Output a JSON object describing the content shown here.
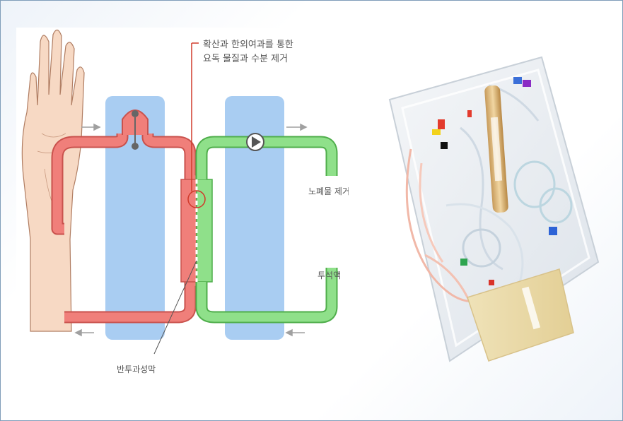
{
  "diagram": {
    "callout_top_line1": "확산과 한외여과를 통한",
    "callout_top_line2": "요독 물질과 수분 제거",
    "label_waste_removal": "노폐물 제거",
    "label_dialysate": "투석액",
    "label_membrane": "반투과성막"
  },
  "colors": {
    "blood_line": "#f07f7a",
    "blood_line_dark": "#c9524d",
    "dialysate_line": "#8fe08a",
    "dialysate_line_dark": "#4fae4b",
    "chamber": "#a9cdf2",
    "callout_line": "#d03a2a",
    "arrow": "#a0a0a0",
    "skin": "#f7d9c4",
    "skin_outline": "#b07d62"
  },
  "icons": {
    "hand": "hand-icon",
    "pump": "pump-icon",
    "bubble_trap": "bubble-trap-icon"
  }
}
